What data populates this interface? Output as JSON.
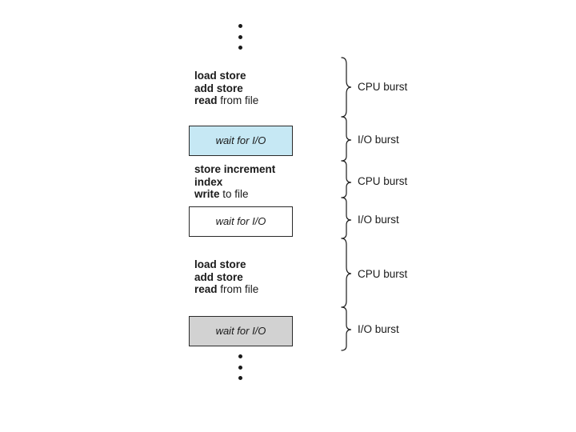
{
  "colors": {
    "io_box_blue": "#c6e8f4",
    "io_box_white": "#ffffff",
    "io_box_gray": "#d2d2d2",
    "ink": "#1a1a1a"
  },
  "sections": [
    {
      "type": "cpu",
      "lines": [
        [
          {
            "t": "load store",
            "b": true
          }
        ],
        [
          {
            "t": "add store",
            "b": true
          }
        ],
        [
          {
            "t": "read",
            "b": true
          },
          {
            "t": " from file",
            "b": false
          }
        ]
      ]
    },
    {
      "type": "io",
      "text": "wait for I/O"
    },
    {
      "type": "cpu",
      "lines": [
        [
          {
            "t": "store increment",
            "b": true
          }
        ],
        [
          {
            "t": "index",
            "b": true
          }
        ],
        [
          {
            "t": "write",
            "b": true
          },
          {
            "t": " to file",
            "b": false
          }
        ]
      ]
    },
    {
      "type": "io",
      "text": "wait for I/O"
    },
    {
      "type": "cpu",
      "lines": [
        [
          {
            "t": "load store",
            "b": true
          }
        ],
        [
          {
            "t": "add store",
            "b": true
          }
        ],
        [
          {
            "t": "read",
            "b": true
          },
          {
            "t": " from file",
            "b": false
          }
        ]
      ]
    },
    {
      "type": "io",
      "text": "wait for I/O"
    }
  ],
  "burst_labels": [
    "CPU burst",
    "I/O burst",
    "CPU burst",
    "I/O burst",
    "CPU burst",
    "I/O burst"
  ]
}
